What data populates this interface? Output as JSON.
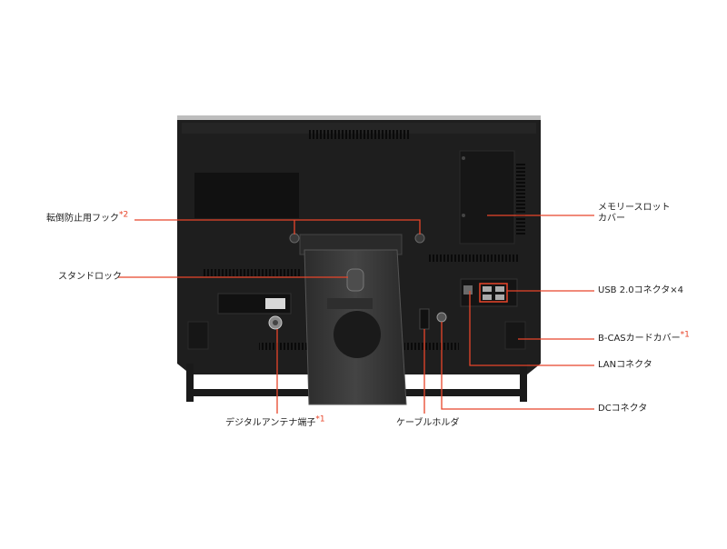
{
  "labels": {
    "tipping_hook": "転倒防止用フック",
    "tipping_hook_note": "*2",
    "memory_cover_line1": "メモリースロット",
    "memory_cover_line2": "カバー",
    "stand_lock": "スタンドロック",
    "usb": "USB 2.0コネクタ×4",
    "bcas": "B-CASカードカバー",
    "bcas_note": "*1",
    "lan": "LANコネクタ",
    "dc": "DCコネクタ",
    "antenna": "デジタルアンテナ端子",
    "antenna_note": "*1",
    "cable_holder": "ケーブルホルダ"
  },
  "colors": {
    "leader": "#e8452a",
    "body": "#1c1c1c",
    "stand": "#3a3a3a",
    "text": "#222222"
  }
}
